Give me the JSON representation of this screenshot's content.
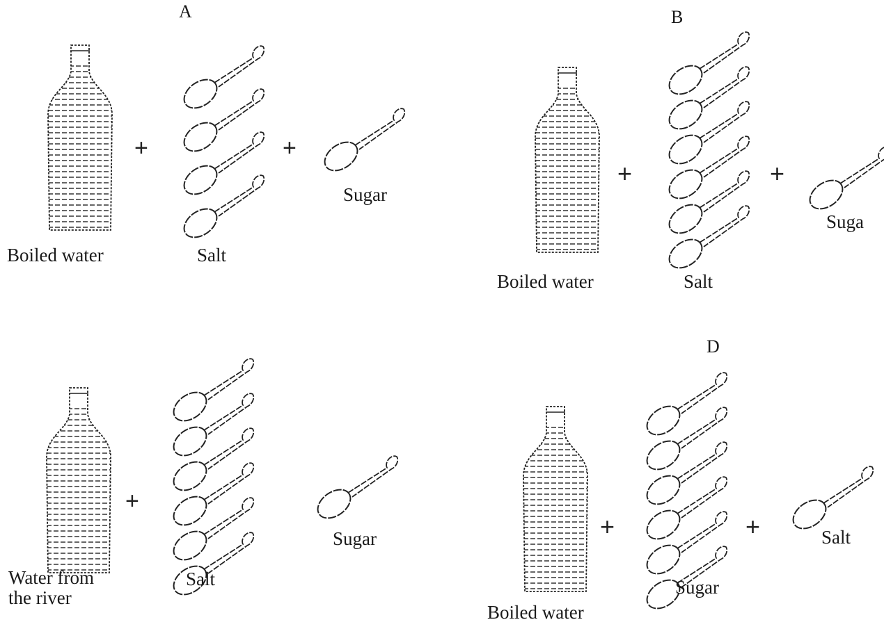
{
  "panels": [
    {
      "id": "A",
      "letter": "A",
      "bottle_label": "Boiled water",
      "salt_label": "Salt",
      "salt_spoons": 4,
      "extra_label": "Sugar",
      "extra_spoons": 1
    },
    {
      "id": "B",
      "letter": "B",
      "bottle_label": "Boiled water",
      "salt_label": "Salt",
      "salt_spoons": 6,
      "extra_label": "Suga",
      "extra_spoons": 1
    },
    {
      "id": "C",
      "letter": "",
      "bottle_label_line1": "Water from",
      "bottle_label_line2": "the river",
      "salt_label": "Salt",
      "salt_spoons": 6,
      "extra_label": "Sugar",
      "extra_spoons": 1
    },
    {
      "id": "D",
      "letter": "D",
      "bottle_label": "Boiled water",
      "sugar_label": "Sugar",
      "sugar_spoons": 6,
      "extra_label": "Salt",
      "extra_spoons": 1
    }
  ],
  "plus_sign": "+"
}
